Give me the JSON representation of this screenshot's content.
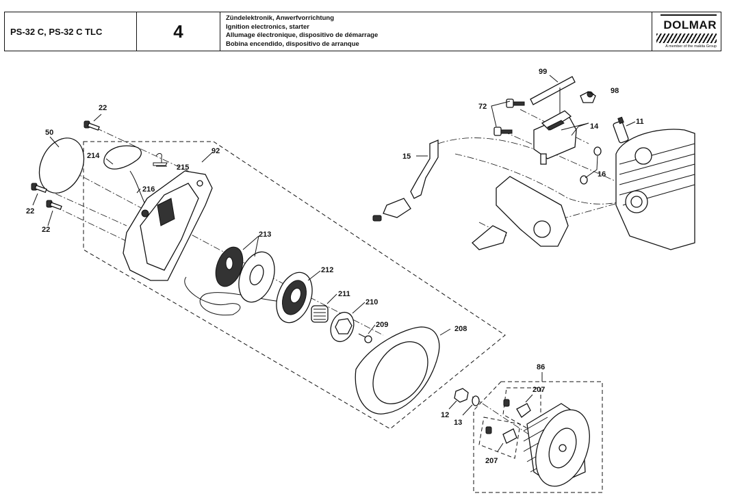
{
  "header": {
    "model": "PS-32 C, PS-32 C TLC",
    "page_number": "4",
    "titles": [
      "Zündelektronik, Anwerfvorrichtung",
      "Ignition electronics, starter",
      "Allumage électronique, dispositivo de démarrage",
      "Bobina encendido, dispositivo de arranque"
    ],
    "logo": {
      "brand": "DOLMAR",
      "tagline": "A member of the makita Group"
    }
  },
  "diagram": {
    "callouts": [
      {
        "id": "c22a",
        "text": "22"
      },
      {
        "id": "c50",
        "text": "50"
      },
      {
        "id": "c214",
        "text": "214"
      },
      {
        "id": "c215",
        "text": "215"
      },
      {
        "id": "c92",
        "text": "92"
      },
      {
        "id": "c216",
        "text": "216"
      },
      {
        "id": "c22b",
        "text": "22"
      },
      {
        "id": "c22c",
        "text": "22"
      },
      {
        "id": "c213",
        "text": "213"
      },
      {
        "id": "c212",
        "text": "212"
      },
      {
        "id": "c211",
        "text": "211"
      },
      {
        "id": "c210",
        "text": "210"
      },
      {
        "id": "c209",
        "text": "209"
      },
      {
        "id": "c208",
        "text": "208"
      },
      {
        "id": "c99",
        "text": "99"
      },
      {
        "id": "c98",
        "text": "98"
      },
      {
        "id": "c72",
        "text": "72"
      },
      {
        "id": "c14",
        "text": "14"
      },
      {
        "id": "c11",
        "text": "11"
      },
      {
        "id": "c15",
        "text": "15"
      },
      {
        "id": "c16",
        "text": "16"
      },
      {
        "id": "c86",
        "text": "86"
      },
      {
        "id": "c207a",
        "text": "207"
      },
      {
        "id": "c207b",
        "text": "207"
      },
      {
        "id": "c12",
        "text": "12"
      },
      {
        "id": "c13",
        "text": "13"
      }
    ]
  }
}
